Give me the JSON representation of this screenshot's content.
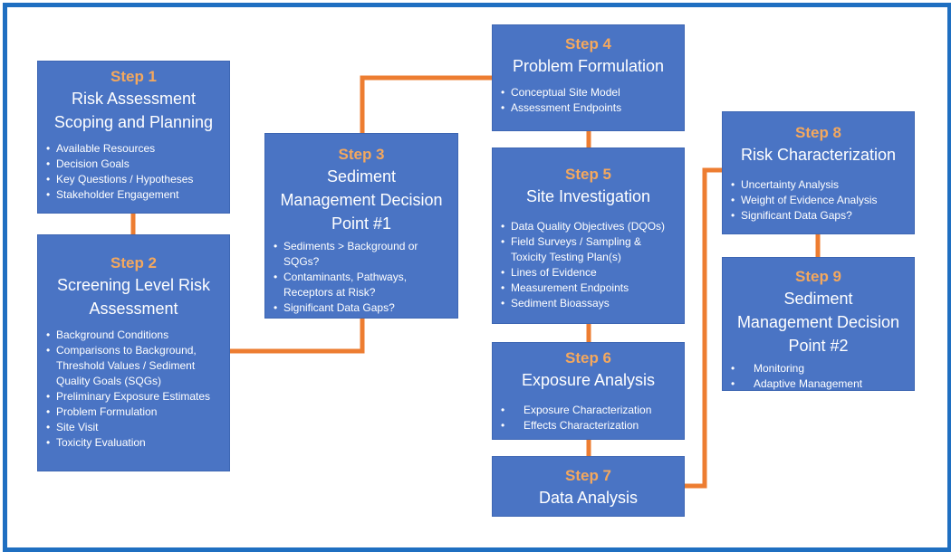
{
  "colors": {
    "box_fill": "#4a74c4",
    "step_label": "#f4a85e",
    "connector": "#ed7d31",
    "frame": "#1f6fc1"
  },
  "steps": [
    {
      "step": "Step 1",
      "title": "Risk Assessment\nScoping and Planning",
      "items": [
        "Available Resources",
        "Decision Goals",
        "Key Questions / Hypotheses",
        "Stakeholder Engagement"
      ]
    },
    {
      "step": "Step 2",
      "title": "Screening Level Risk\nAssessment",
      "items": [
        "Background Conditions",
        "Comparisons to Background,\nThreshold Values / Sediment\nQuality Goals (SQGs)",
        "Preliminary Exposure Estimates",
        "Problem Formulation",
        "Site Visit",
        "Toxicity Evaluation"
      ]
    },
    {
      "step": "Step 3",
      "title": "Sediment\nManagement Decision\nPoint #1",
      "items": [
        "Sediments > Background or\nSQGs?",
        "Contaminants, Pathways,\nReceptors at Risk?",
        "Significant Data Gaps?"
      ]
    },
    {
      "step": "Step 4",
      "title": "Problem Formulation",
      "items": [
        "Conceptual Site Model",
        "Assessment Endpoints"
      ]
    },
    {
      "step": "Step 5",
      "title": "Site Investigation",
      "items": [
        "Data Quality Objectives (DQOs)",
        "Field Surveys / Sampling &\nToxicity Testing Plan(s)",
        "Lines of Evidence",
        "Measurement Endpoints",
        "Sediment Bioassays"
      ]
    },
    {
      "step": "Step 6",
      "title": "Exposure Analysis",
      "items": [
        "Exposure Characterization",
        "Effects Characterization"
      ]
    },
    {
      "step": "Step 7",
      "title": "Data Analysis",
      "items": []
    },
    {
      "step": "Step 8",
      "title": "Risk Characterization",
      "items": [
        "Uncertainty Analysis",
        "Weight of Evidence Analysis",
        "Significant Data Gaps?"
      ]
    },
    {
      "step": "Step 9",
      "title": "Sediment\nManagement Decision\nPoint #2",
      "items": [
        "Monitoring",
        "Adaptive Management"
      ]
    }
  ]
}
